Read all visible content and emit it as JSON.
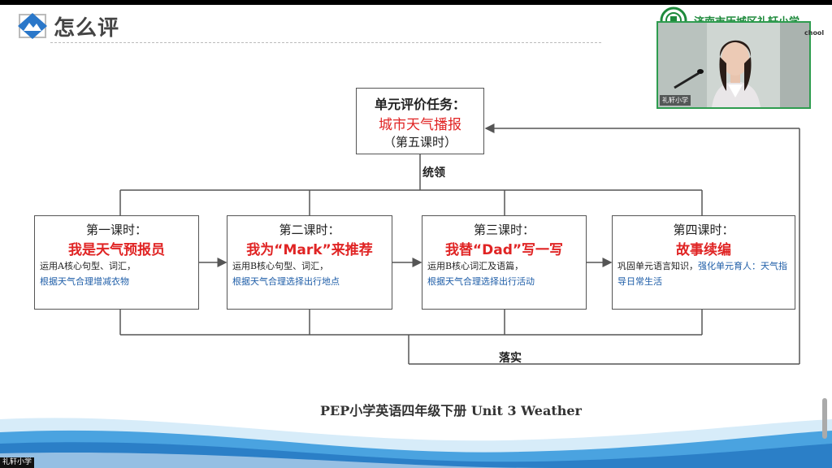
{
  "header": {
    "app_name": "怎么评",
    "school_name": "济南市历城区礼轩小学",
    "school_name_en": "chool"
  },
  "video": {
    "label": "礼轩小学"
  },
  "diagram": {
    "center": {
      "title": "单元评价任务：",
      "task": "城市天气播报",
      "lesson": "（第五课时）"
    },
    "top_label": "统领",
    "bottom_label": "落实",
    "lessons": [
      {
        "title": "第一课时：",
        "name": "我是天气预报员",
        "note_black": "运用A核心句型、词汇，",
        "note_blue": "根据天气合理增减衣物"
      },
      {
        "title": "第二课时：",
        "name": "我为“Mark”来推荐",
        "note_black": "运用B核心句型、词汇，",
        "note_blue": "根据天气合理选择出行地点"
      },
      {
        "title": "第三课时：",
        "name": "我替“Dad”写一写",
        "note_black": "运用B核心词汇及语篇，",
        "note_blue": "根据天气合理选择出行活动"
      },
      {
        "title": "第四课时：",
        "name": "故事续编",
        "note_black": "巩固单元语言知识，",
        "note_blue": "强化单元育人：天气指导日常生活"
      }
    ]
  },
  "footer": {
    "title": "PEP小学英语四年级下册  Unit 3 Weather",
    "bottom_label": "礼轩小学"
  },
  "colors": {
    "accent_red": "#e02424",
    "note_blue": "#1f5ea8",
    "wave_blue": "#2b7fc7",
    "school_green": "#1e8a3c"
  }
}
